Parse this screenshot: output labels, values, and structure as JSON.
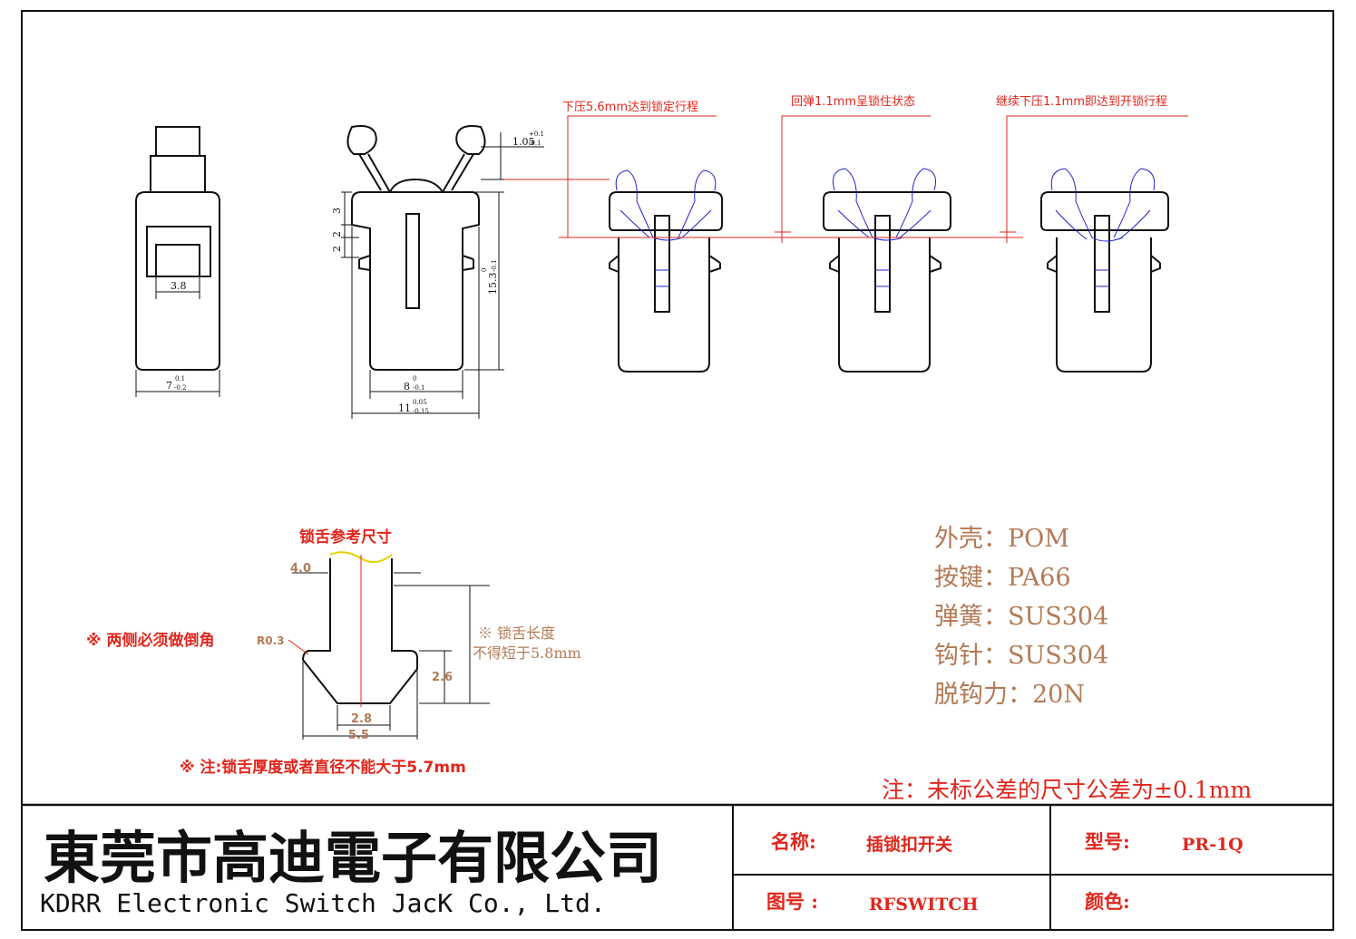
{
  "colors": {
    "line": "#111111",
    "red": "#e1261c",
    "blue": "#2222cc",
    "brown": "#b47a55",
    "yellow": "#e8d000"
  },
  "dims": {
    "front_width_inner": "3.8",
    "front_width": "7",
    "front_width_tol_plus": "0.1",
    "front_width_tol_minus": "-0.2",
    "side_top": "1.05",
    "side_top_tol_plus": "+0.1",
    "side_top_tol_minus": "-0.1",
    "side_v3": "3",
    "side_v2a": "2",
    "side_v2b": "2",
    "side_height": "15.3",
    "side_height_tol_plus": "0",
    "side_height_tol_minus": "-0.1",
    "side_w8": "8",
    "side_w8_tol_plus": "0",
    "side_w8_tol_minus": "-0.1",
    "side_w11": "11",
    "side_w11_tol_plus": "0.05",
    "side_w11_tol_minus": "-0.15"
  },
  "states": {
    "s1": "下压5.6mm达到锁定行程",
    "s2": "回弹1.1mm呈锁住状态",
    "s3": "继续下压1.1mm即达到开锁行程"
  },
  "tongue": {
    "title": "锁舌参考尺寸",
    "dim_top": "4.0",
    "chamfer_note": "※ 两侧必须做倒角",
    "chamfer_r": "R0.3",
    "length_note_1": "※ 锁舌长度",
    "length_note_2": "不得短于5.8mm",
    "dim_26": "2.6",
    "dim_28": "2.8",
    "dim_55": "5.5",
    "thickness_note": "※ 注:锁舌厚度或者直径不能大于5.7mm"
  },
  "materials": [
    "外壳：POM",
    "按键：PA66",
    "弹簧：SUS304",
    "钩针：SUS304",
    "脱钩力：20N"
  ],
  "tolerance_note": "注：未标公差的尺寸公差为±0.1mm",
  "title_block": {
    "company_cn": "東莞市高迪電子有限公司",
    "company_en": "KDRR Electronic Switch JacK Co., Ltd.",
    "name_label": "名称:",
    "name_value": "插锁扣开关",
    "model_label": "型号:",
    "model_value": "PR-1Q",
    "drawing_label": "图号 :",
    "drawing_value": "RFSWITCH",
    "color_label": "颜色:",
    "color_value": ""
  }
}
